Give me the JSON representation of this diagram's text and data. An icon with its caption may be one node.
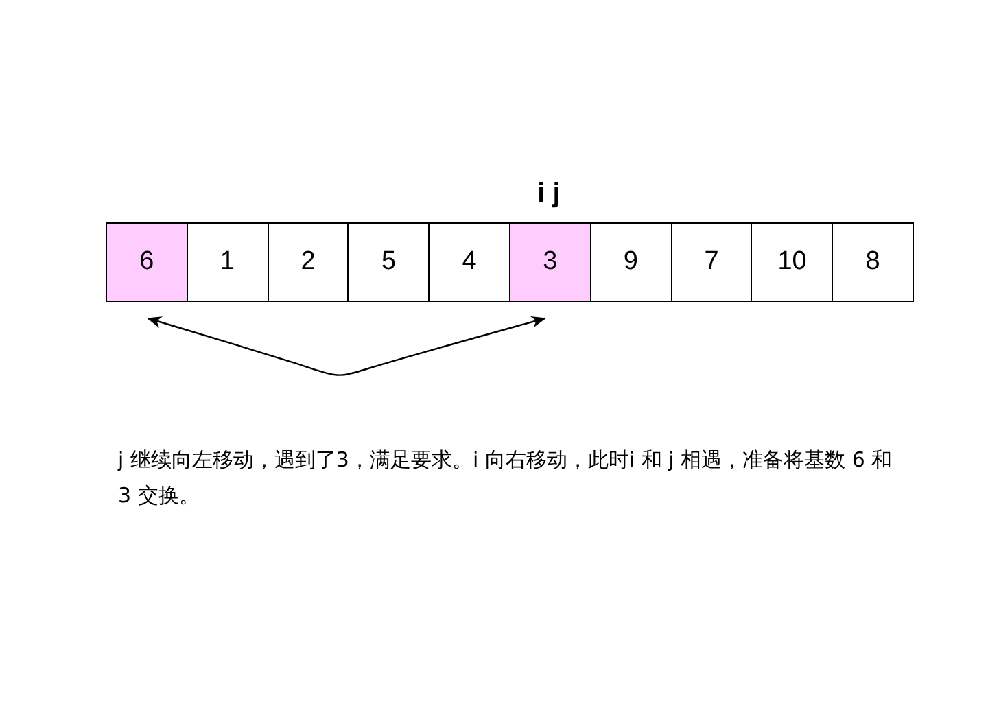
{
  "diagram": {
    "nodes": [
      {
        "text": [
          "6"
        ]
      },
      {
        "text": [
          "1"
        ]
      },
      {
        "text": [
          "2"
        ]
      },
      {
        "text": [
          "5"
        ]
      },
      {
        "text": [
          "4"
        ]
      },
      {
        "text": [
          "3"
        ]
      },
      {
        "text": [
          "9"
        ]
      },
      {
        "text": [
          "7"
        ]
      },
      {
        "text": [
          "10"
        ]
      },
      {
        "text": [
          "8"
        ]
      }
    ],
    "edges": [
      {
        "from": 0,
        "to": 5,
        "arrow": "both"
      }
    ],
    "labels": [
      "i j",
      "j 继续向左移动，遇到了3，满足要求。i 向右移动，此时i 和 j 相遇，准备将基数 6 和 3 交换。"
    ]
  }
}
